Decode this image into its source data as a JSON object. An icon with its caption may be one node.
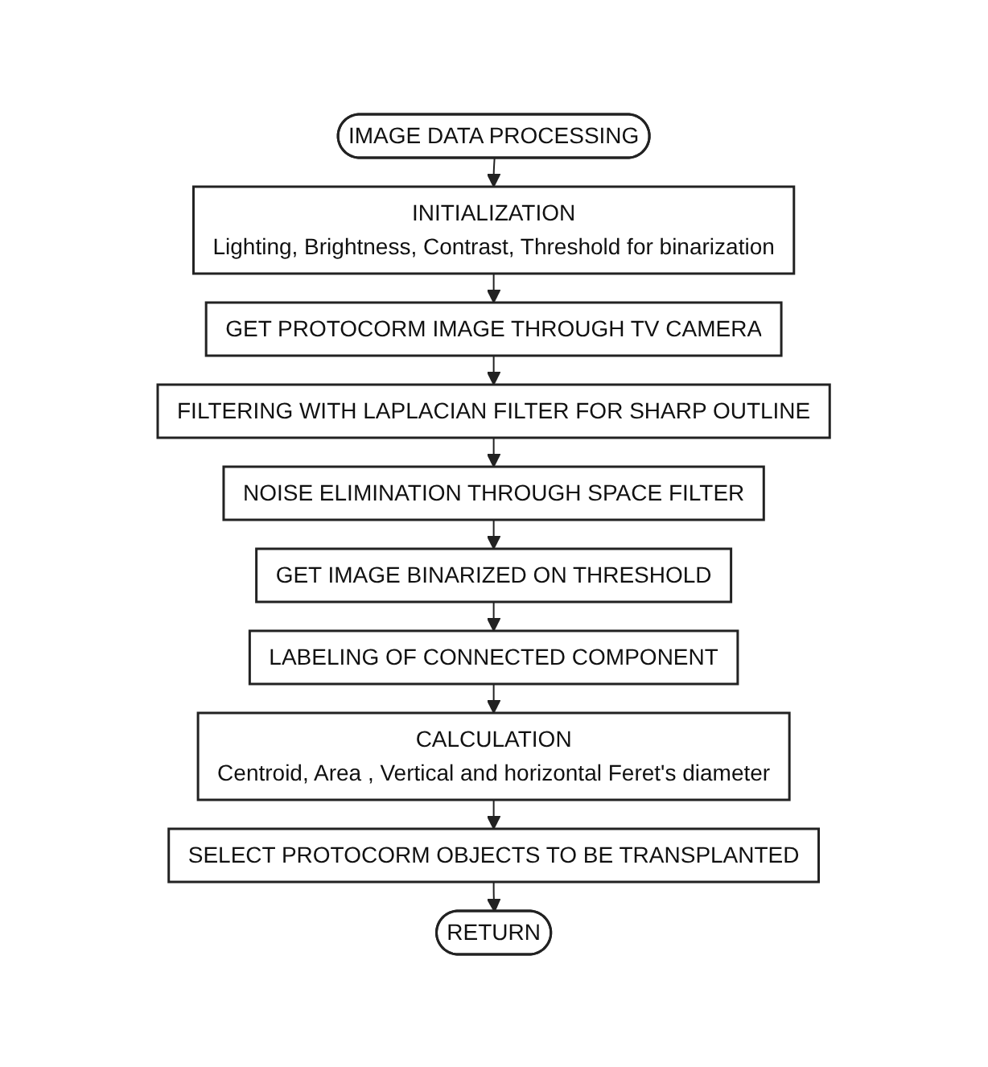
{
  "diagram": {
    "nodes": [
      {
        "text": [
          "IMAGE DATA PROCESSING"
        ]
      },
      {
        "text": [
          "INITIALIZATION",
          "Lighting, Brightness, Contrast, Threshold for binarization"
        ]
      },
      {
        "text": [
          "GET PROTOCORM IMAGE THROUGH TV CAMERA"
        ]
      },
      {
        "text": [
          "FILTERING WITH LAPLACIAN FILTER FOR SHARP OUTLINE"
        ]
      },
      {
        "text": [
          "NOISE ELIMINATION THROUGH SPACE FILTER"
        ]
      },
      {
        "text": [
          "GET IMAGE BINARIZED ON THRESHOLD"
        ]
      },
      {
        "text": [
          "LABELING OF CONNECTED COMPONENT"
        ]
      },
      {
        "text": [
          "CALCULATION",
          "Centroid, Area , Vertical and horizontal Feret's diameter"
        ]
      },
      {
        "text": [
          "SELECT PROTOCORM OBJECTS TO BE TRANSPLANTED"
        ]
      },
      {
        "text": [
          "RETURN"
        ]
      }
    ],
    "edges": [
      {
        "from": 0,
        "to": 1,
        "arrow": "to"
      },
      {
        "from": 1,
        "to": 2,
        "arrow": "to"
      },
      {
        "from": 2,
        "to": 3,
        "arrow": "to"
      },
      {
        "from": 3,
        "to": 4,
        "arrow": "to"
      },
      {
        "from": 4,
        "to": 5,
        "arrow": "to"
      },
      {
        "from": 5,
        "to": 6,
        "arrow": "to"
      },
      {
        "from": 6,
        "to": 7,
        "arrow": "to"
      },
      {
        "from": 7,
        "to": 8,
        "arrow": "to"
      },
      {
        "from": 8,
        "to": 9,
        "arrow": "to"
      }
    ]
  }
}
